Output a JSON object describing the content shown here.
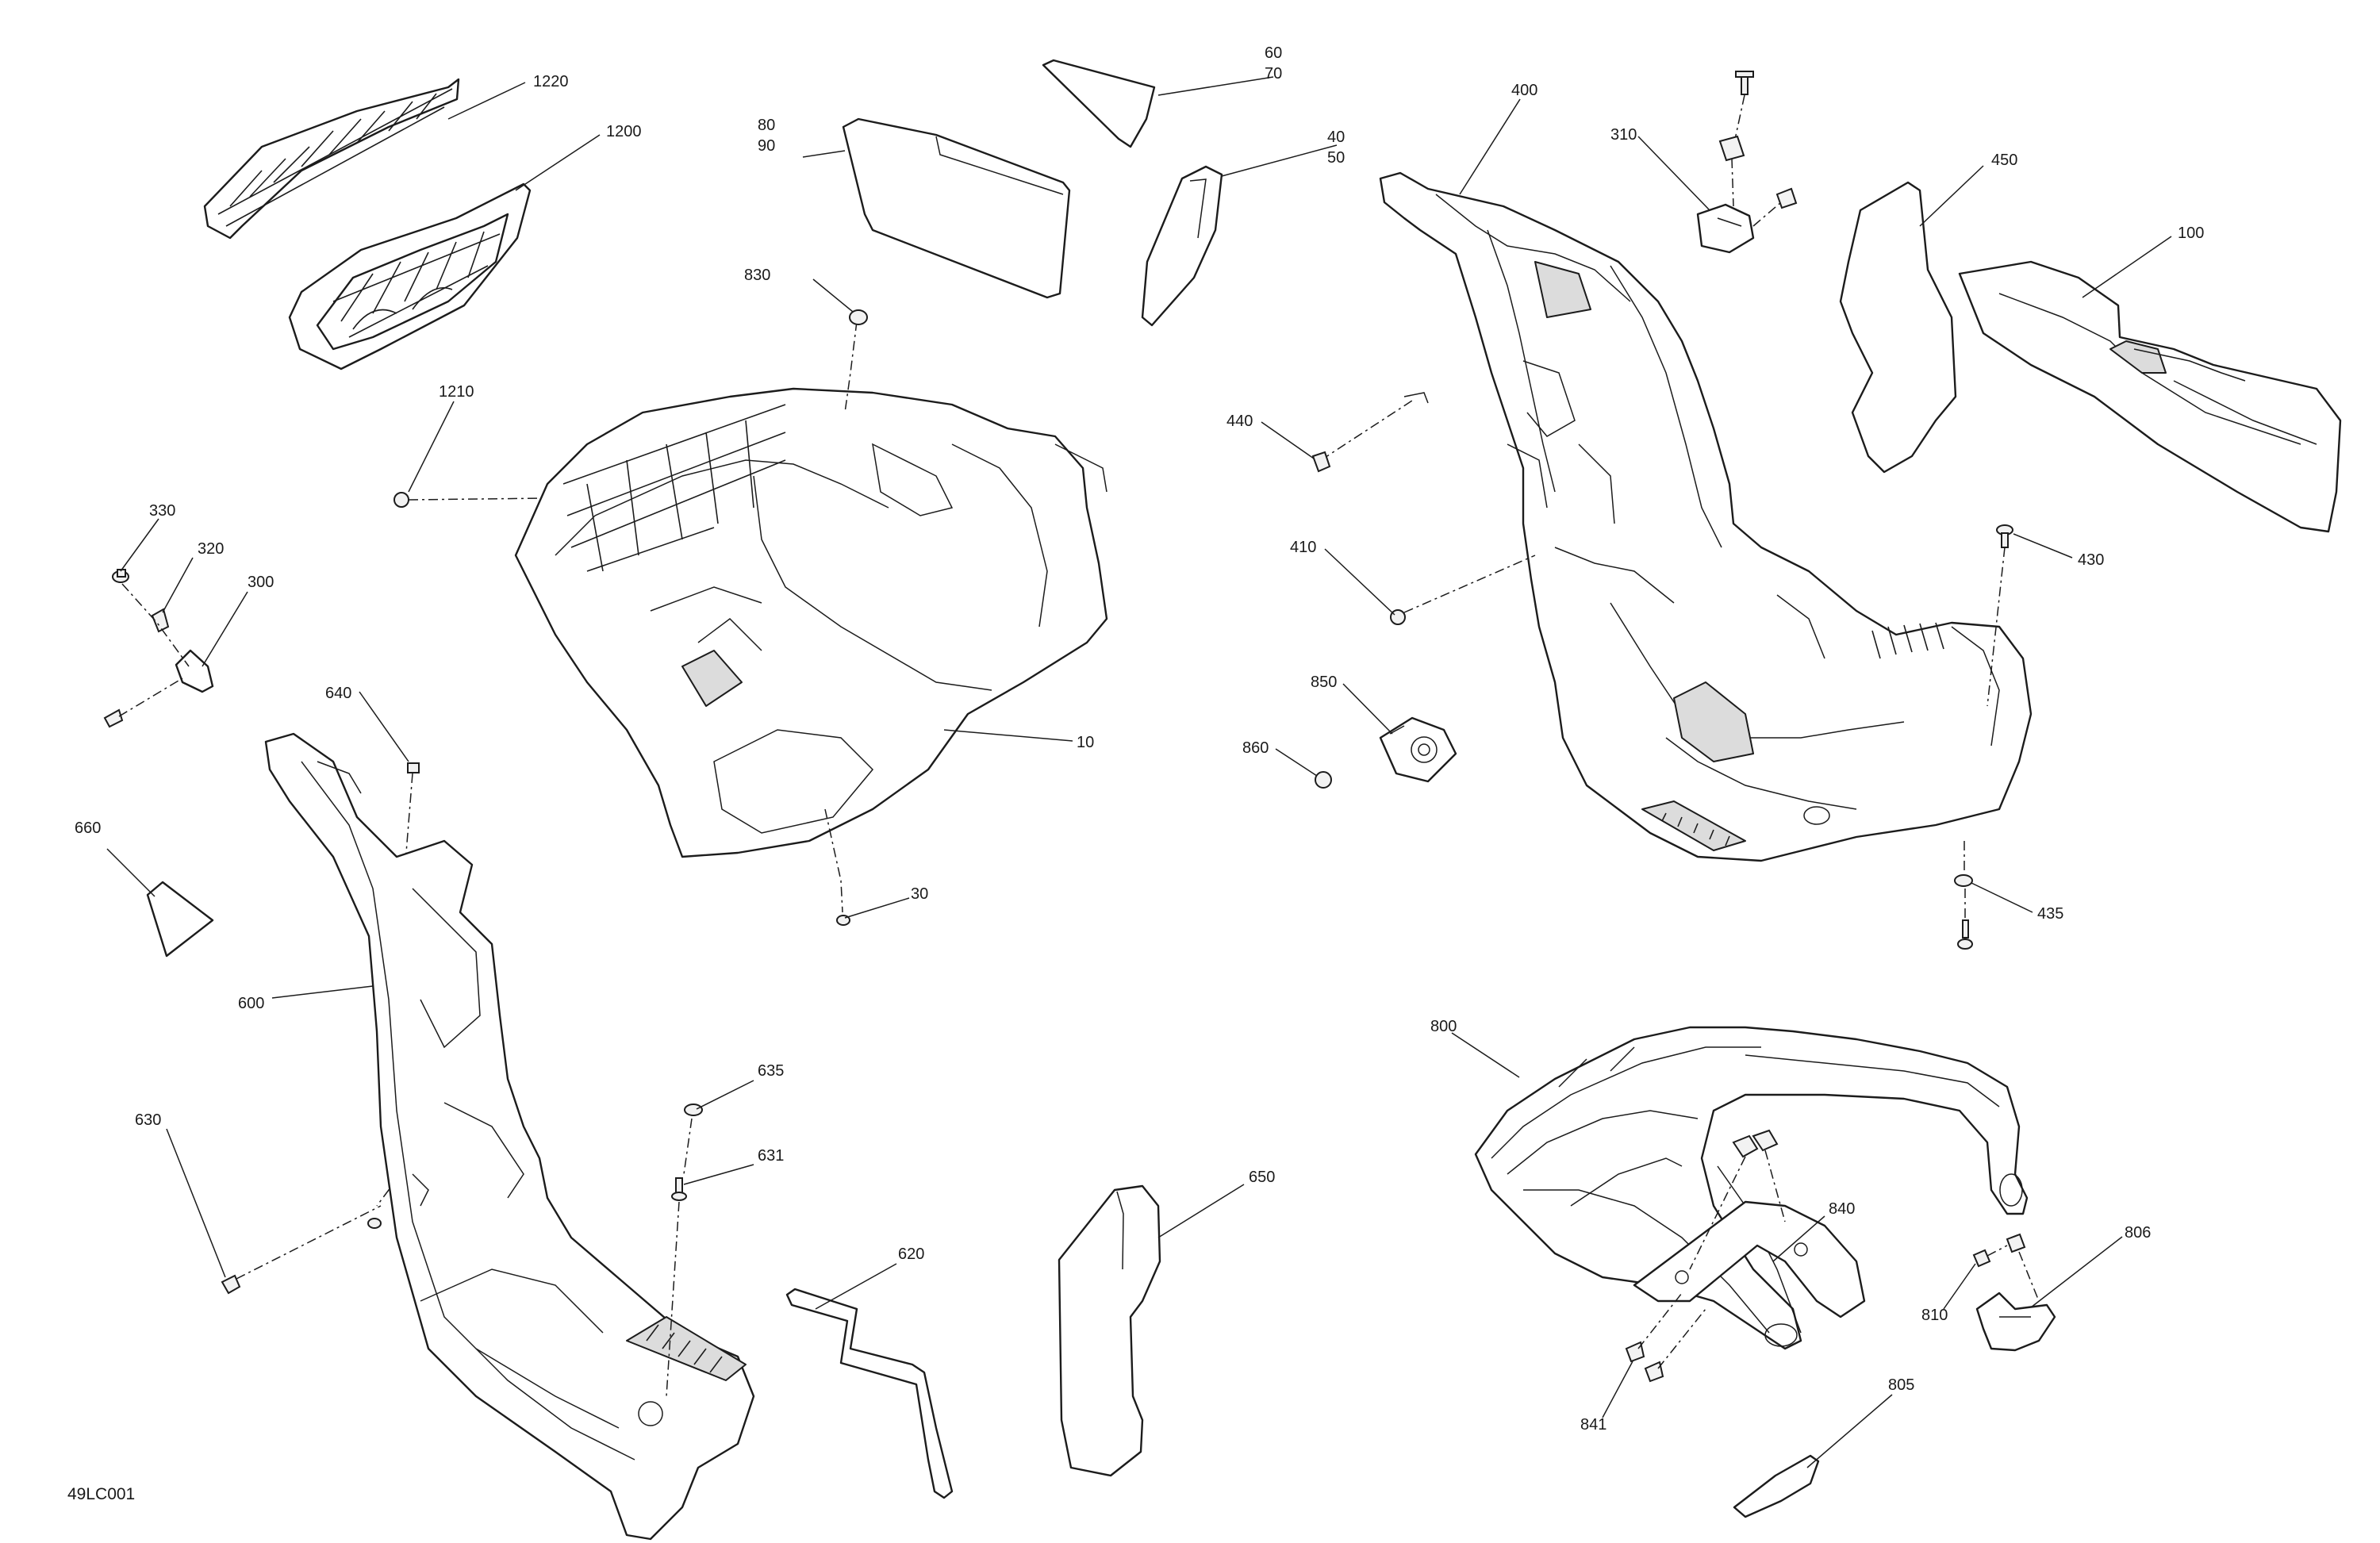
{
  "diagram": {
    "reference_code": "49LC001",
    "callouts": {
      "c1220": "1220",
      "c1200": "1200",
      "c1210": "1210",
      "c330": "330",
      "c320": "320",
      "c300": "300",
      "c640": "640",
      "c660": "660",
      "c600": "600",
      "c630": "630",
      "c80": "80",
      "c90": "90",
      "c830": "830",
      "c60": "60",
      "c70": "70",
      "c40": "40",
      "c50": "50",
      "c10": "10",
      "c30": "30",
      "c635": "635",
      "c631": "631",
      "c620": "620",
      "c650": "650",
      "c400": "400",
      "c310": "310",
      "c450": "450",
      "c100": "100",
      "c440": "440",
      "c410": "410",
      "c430": "430",
      "c850": "850",
      "c860": "860",
      "c435": "435",
      "c800": "800",
      "c840": "840",
      "c806": "806",
      "c810": "810",
      "c841": "841",
      "c805": "805"
    }
  }
}
